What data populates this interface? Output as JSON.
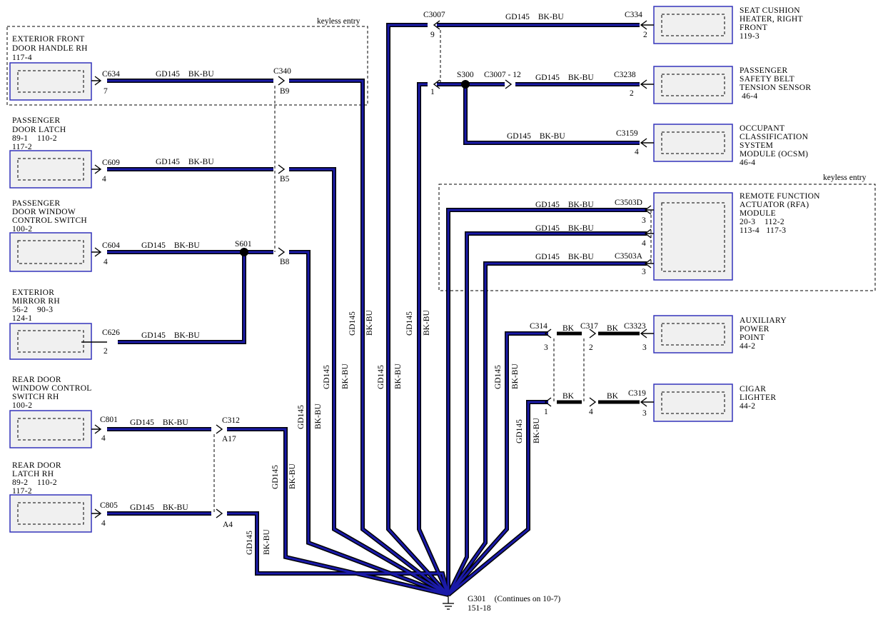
{
  "wire": {
    "gd": "GD145",
    "color": "BK-BU",
    "bk": "BK"
  },
  "groups": {
    "keyless_left": "keyless entry",
    "keyless_right": "keyless entry"
  },
  "left_components": [
    {
      "name": [
        "EXTERIOR FRONT",
        "DOOR HANDLE RH",
        "117-4"
      ],
      "conn": "C634",
      "pin": "7"
    },
    {
      "name": [
        "PASSENGER",
        "DOOR LATCH",
        "89-1    110-2",
        "117-2"
      ],
      "conn": "C609",
      "pin": "4"
    },
    {
      "name": [
        "PASSENGER",
        "DOOR WINDOW",
        "CONTROL SWITCH",
        "100-2"
      ],
      "conn": "C604",
      "pin": "4"
    },
    {
      "name": [
        "EXTERIOR",
        "MIRROR RH",
        "56-2    90-3",
        "124-1"
      ],
      "conn": "C626",
      "pin": "2"
    },
    {
      "name": [
        "REAR DOOR",
        "WINDOW CONTROL",
        "SWITCH RH",
        "100-2"
      ],
      "conn": "C801",
      "pin": "4"
    },
    {
      "name": [
        "REAR DOOR",
        "LATCH RH",
        "89-2    110-2",
        "117-2"
      ],
      "conn": "C805",
      "pin": "4"
    }
  ],
  "inline": {
    "c340": "C340",
    "b9": "B9",
    "b5": "B5",
    "b8": "B8",
    "s601": "S601",
    "c312": "C312",
    "a17": "A17",
    "a4": "A4",
    "c3007": "C3007",
    "c3007_pin9": "9",
    "c3007_pin1": "1",
    "s300": "S300",
    "c3007_12": "C3007 - 12",
    "c314": "C314",
    "c314_p3": "3",
    "c314_p1": "1",
    "c317": "C317",
    "c317_p2": "2",
    "c317_p4": "4"
  },
  "right_components": [
    {
      "name": [
        "SEAT CUSHION",
        "HEATER, RIGHT",
        "FRONT",
        "119-3"
      ],
      "conn": "C334",
      "pin": "2"
    },
    {
      "name": [
        "PASSENGER",
        "SAFETY BELT",
        "TENSION SENSOR",
        " 46-4"
      ],
      "conn": "C3238",
      "pin": "2"
    },
    {
      "name": [
        "OCCUPANT",
        "CLASSIFICATION",
        "SYSTEM",
        "MODULE (OCSM)",
        "46-4"
      ],
      "conn": "C3159",
      "pin": "4"
    },
    {
      "name": [
        "REMOTE FUNCTION",
        "ACTUATOR (RFA)",
        "MODULE",
        "20-3    112-2",
        "113-4   117-3"
      ],
      "conn": "C3503D",
      "conn2": "C3503A",
      "pins": [
        "3",
        "4",
        "3"
      ]
    },
    {
      "name": [
        "AUXILIARY",
        "POWER",
        "POINT",
        "44-2"
      ],
      "conn": "C3323",
      "pin": "3"
    },
    {
      "name": [
        "CIGAR",
        "LIGHTER",
        "44-2"
      ],
      "conn": "C319",
      "pin": "3"
    }
  ],
  "ground": {
    "id": "G301",
    "note": "(Continues on 10-7)",
    "ref": "151-18"
  },
  "vertical_labels": {
    "gd": "GD145",
    "color": "BK-BU"
  }
}
